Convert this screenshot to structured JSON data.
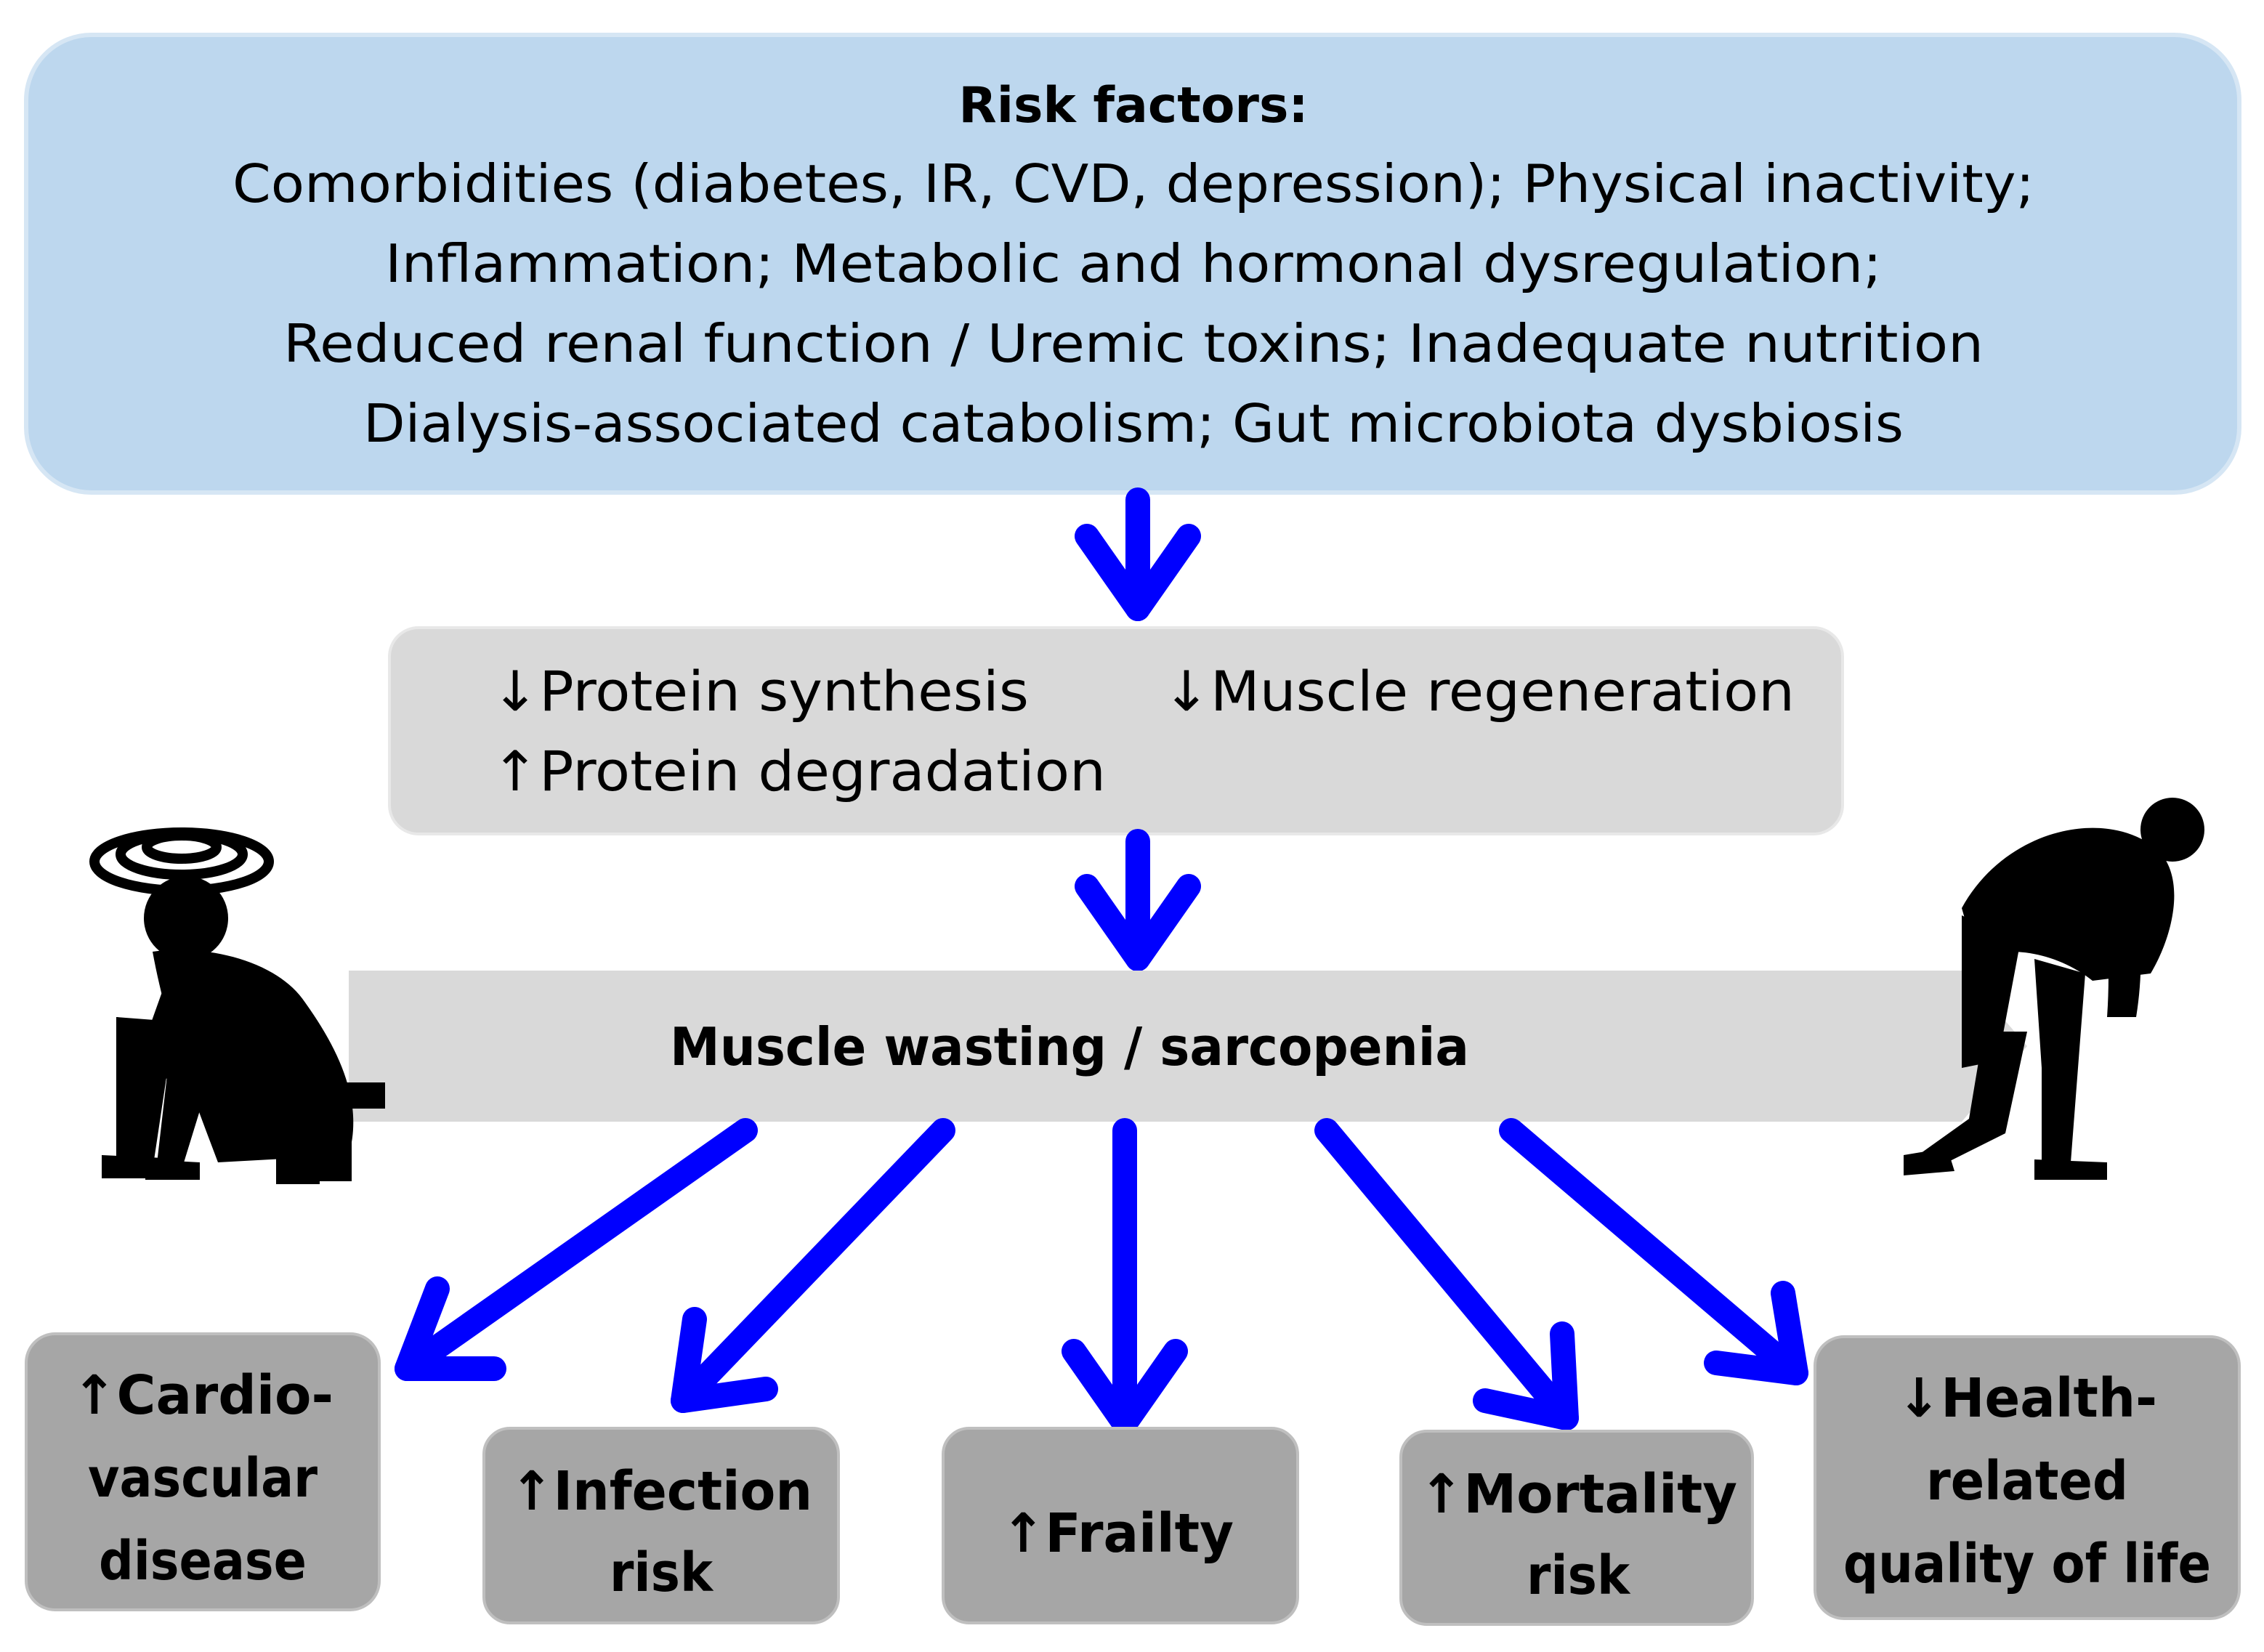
{
  "risk_factors": {
    "title": "Risk factors:",
    "lines": [
      "Comorbidities (diabetes, IR, CVD, depression);  Physical inactivity;",
      "Inflammation; Metabolic and hormonal dysregulation;",
      "Reduced renal function / Uremic toxins;  Inadequate nutrition",
      "Dialysis-associated catabolism; Gut microbiota dysbiosis"
    ]
  },
  "mechanisms": {
    "protein_synthesis": "↓Protein synthesis",
    "muscle_regeneration": "↓Muscle regeneration",
    "protein_degradation": "↑Protein degradation"
  },
  "central": {
    "label": "Muscle wasting / sarcopenia"
  },
  "outcomes": [
    {
      "lines": [
        "↑Cardio-",
        "vascular",
        "disease"
      ]
    },
    {
      "lines": [
        "↑Infection",
        "risk"
      ]
    },
    {
      "lines": [
        "↑Frailty"
      ]
    },
    {
      "lines": [
        "↑Mortality",
        "risk"
      ]
    },
    {
      "lines": [
        "↓Health-",
        "related",
        "quality of life"
      ]
    }
  ],
  "colors": {
    "risk_box_fill": "#bdd7ee",
    "mechanism_box_fill": "#d9d9d9",
    "central_arrow_fill": "#d9d9d9",
    "outcome_box_fill": "#a6a6a6",
    "arrow_color": "#0000ff",
    "silhouette_color": "#000000"
  },
  "icons": {
    "left": "sitting-dizzy-person-icon",
    "right": "bent-over-weak-person-icon"
  }
}
